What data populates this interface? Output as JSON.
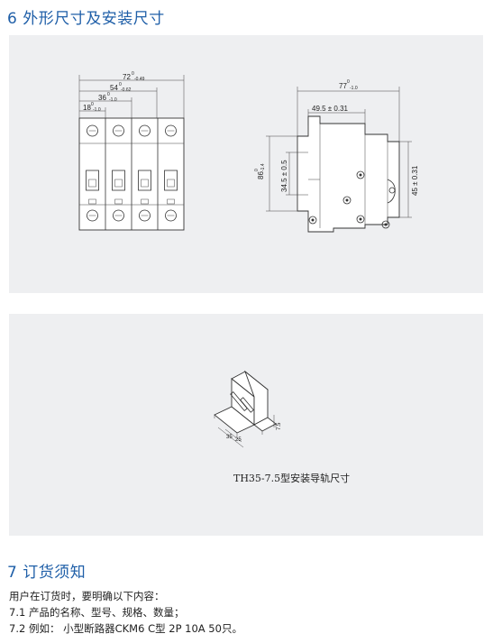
{
  "section6": {
    "title": "6 外形尺寸及安装尺寸"
  },
  "front_view": {
    "dim_total": "72",
    "dim_total_sup": "0",
    "dim_total_sub": "-0.49",
    "dim_three": "54",
    "dim_three_sup": "0",
    "dim_three_sub": "-0.62",
    "dim_two": "36",
    "dim_two_sup": "0",
    "dim_two_sub": "-1.0",
    "dim_one": "18",
    "dim_one_sup": "0",
    "dim_one_sub": "-1.0",
    "poles": 4
  },
  "side_view": {
    "dim_width": "77",
    "dim_width_sup": "0",
    "dim_width_sub": "-1.0",
    "dim_depth": "49.5 ± 0.31",
    "dim_height": "86",
    "dim_height_sup": "0",
    "dim_height_sub": "-1.4",
    "dim_inner": "34.5 ± 0.5",
    "dim_front": "45 ± 0.31"
  },
  "rail": {
    "dim_width": "35",
    "dim_inner": "25",
    "dim_height": "7.5",
    "caption": "TH35-7.5型安装导轨尺寸"
  },
  "section7": {
    "title": "7 订货须知",
    "lines": [
      "用户在订货时，要明确以下内容：",
      "7.1 产品的名称、型号、规格、数量；",
      "7.2 例如：  小型断路器CKM6 C型 2P 10A 50只。"
    ]
  },
  "colors": {
    "accent": "#1f5fa8",
    "panel": "#eeeff1"
  }
}
